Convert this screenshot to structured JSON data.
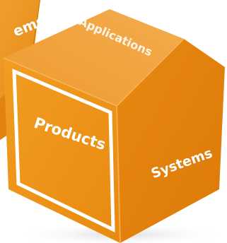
{
  "image": {
    "description_free": true
  },
  "cubes": {
    "back": {
      "side_text": "ems"
    },
    "front": {
      "top_text": "Applications",
      "front_text": "Products",
      "right_text": "Systems"
    }
  },
  "colors": {
    "front_face": "#ee9418",
    "right_face": "#e47f0d",
    "top_face": "#f0a23c",
    "back_cube": "#f09a22",
    "back_cube_dark": "#de8410",
    "border": "#ffffff",
    "shadow": "#cfcfcf"
  }
}
